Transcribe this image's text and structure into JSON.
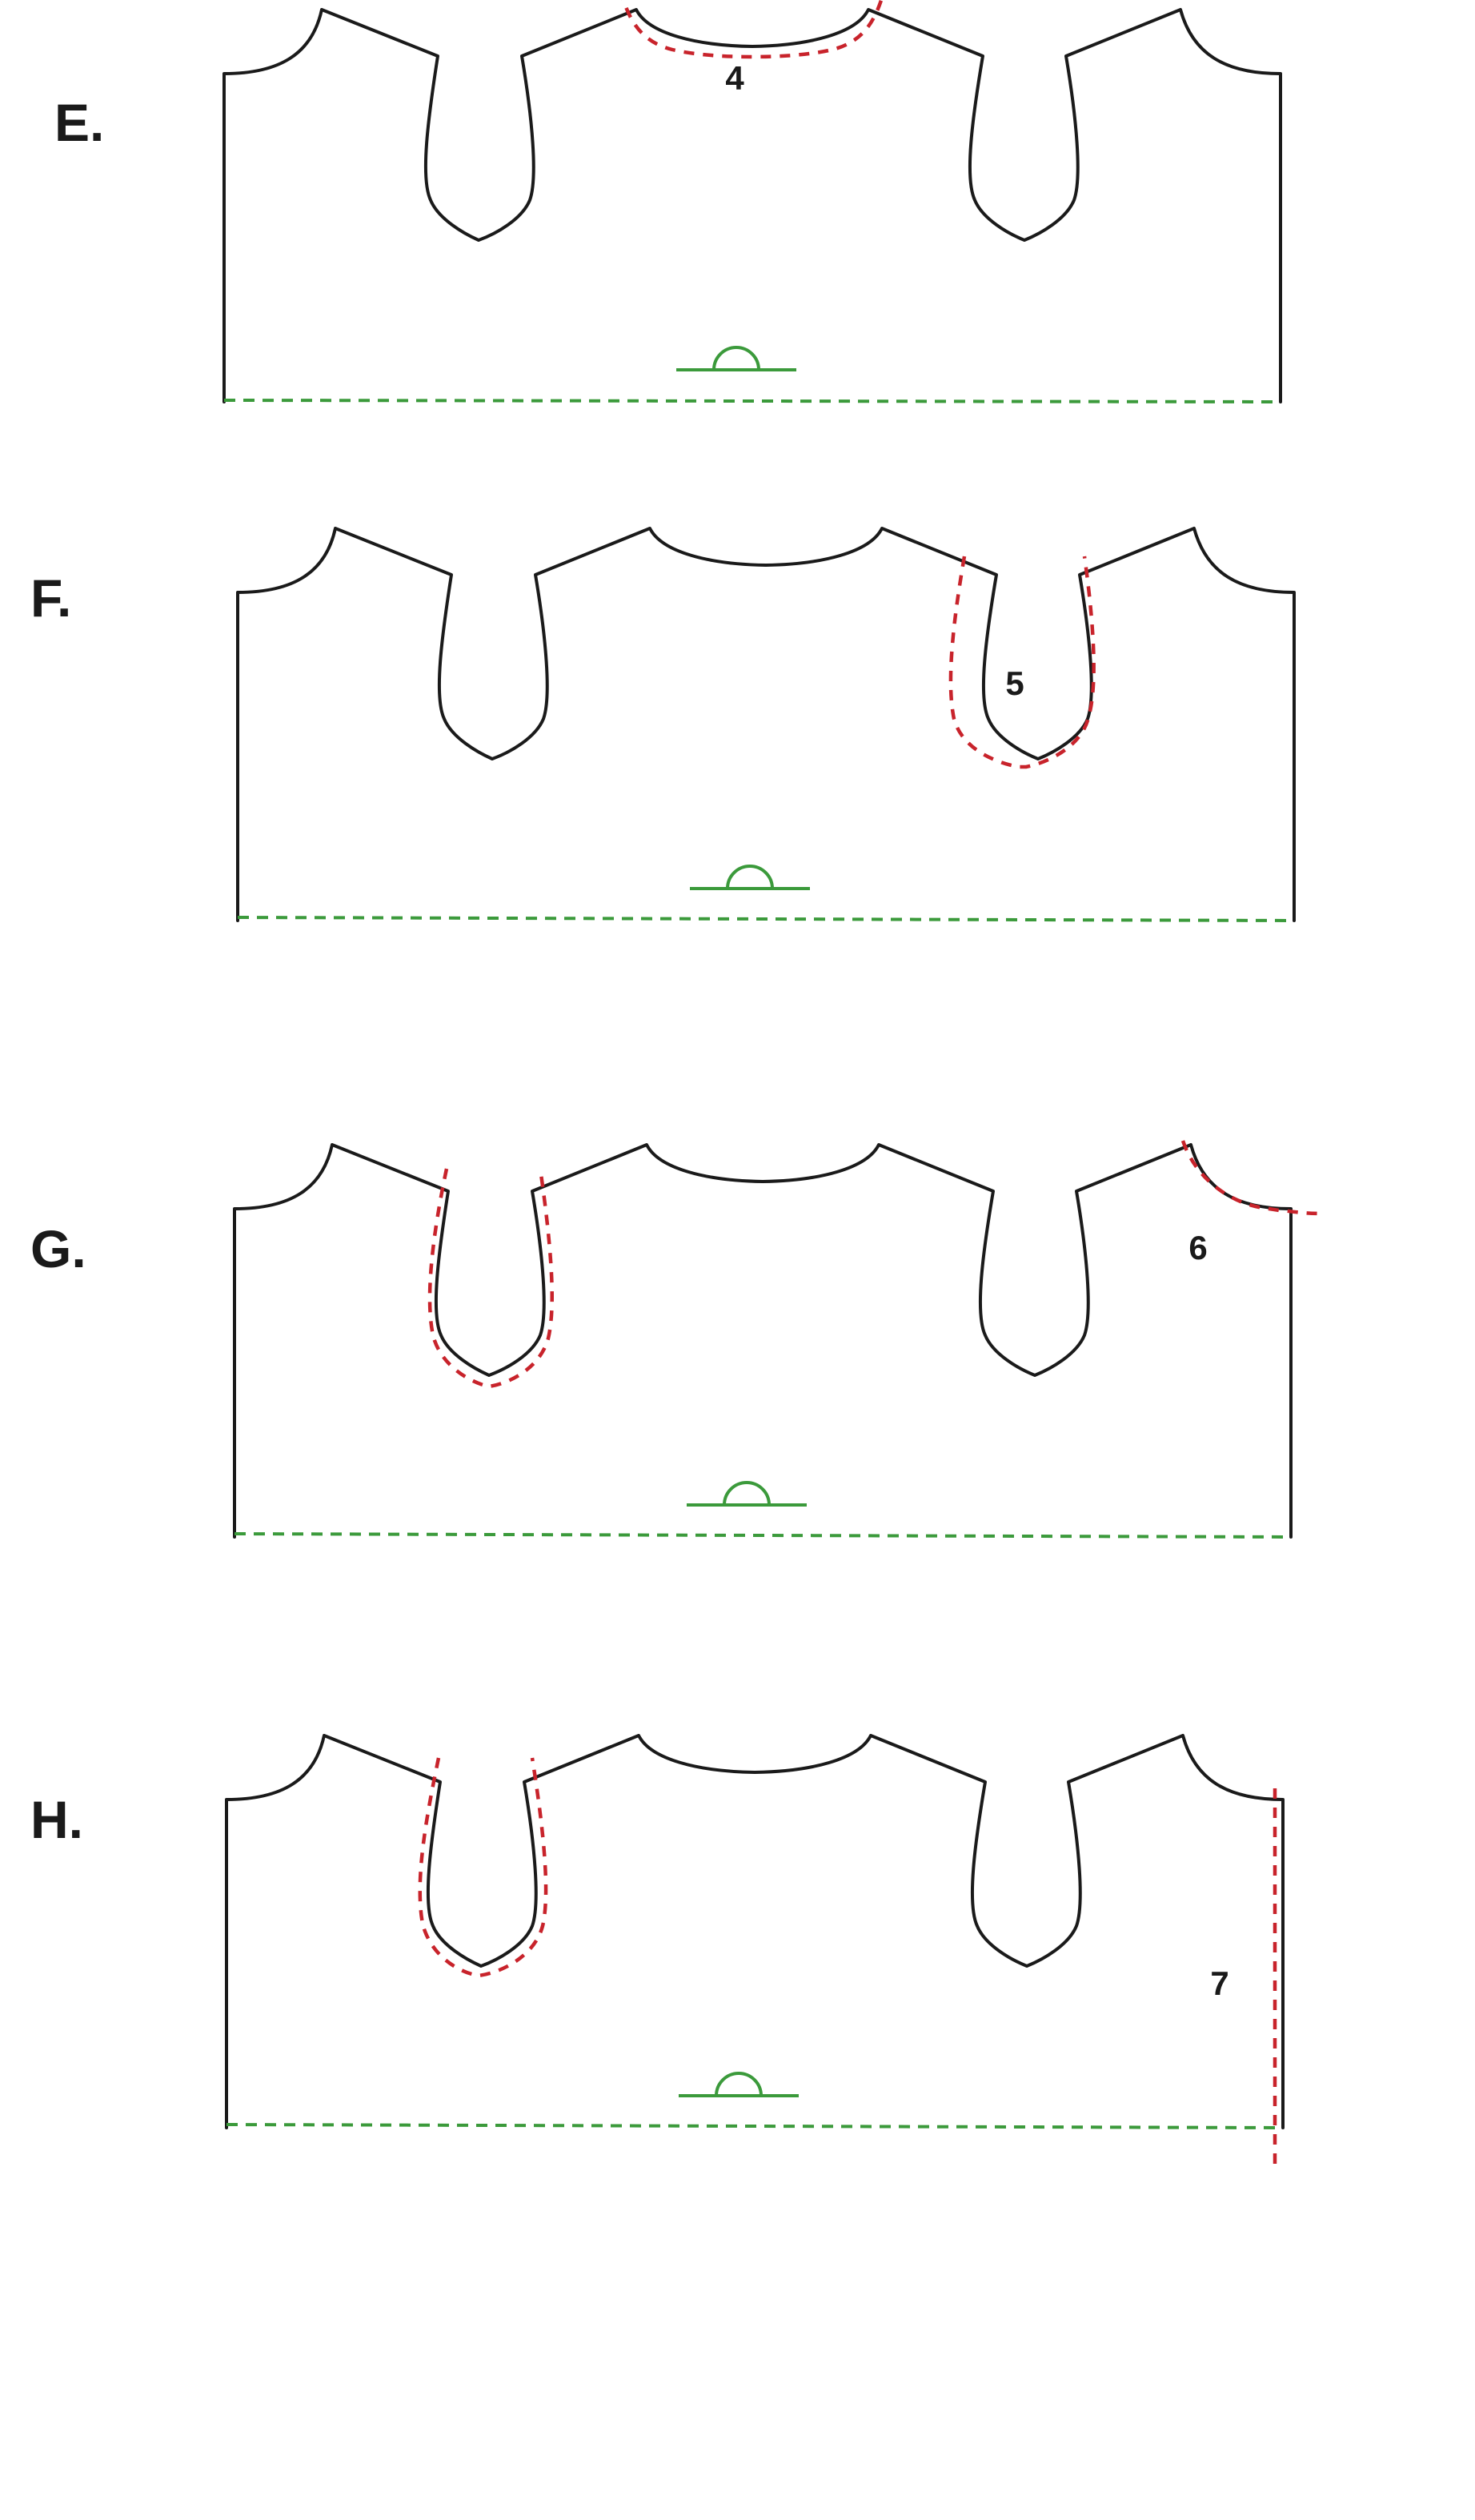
{
  "panels": [
    {
      "id": "E",
      "label": "E.",
      "seam_label": "4",
      "seam": "neckline"
    },
    {
      "id": "F",
      "label": "F.",
      "seam_label": "5",
      "seam": "right-armhole"
    },
    {
      "id": "G",
      "label": "G.",
      "seam_label": "6",
      "seam": "left-armhole-and-right-shoulder-curve"
    },
    {
      "id": "H",
      "label": "H.",
      "seam_label": "7",
      "seam": "left-armhole-and-right-side"
    }
  ],
  "colors": {
    "outline": "#1a1a1a",
    "stitch_line": "#c8232b",
    "hem_and_fold_mark": "#3b9a3b"
  }
}
